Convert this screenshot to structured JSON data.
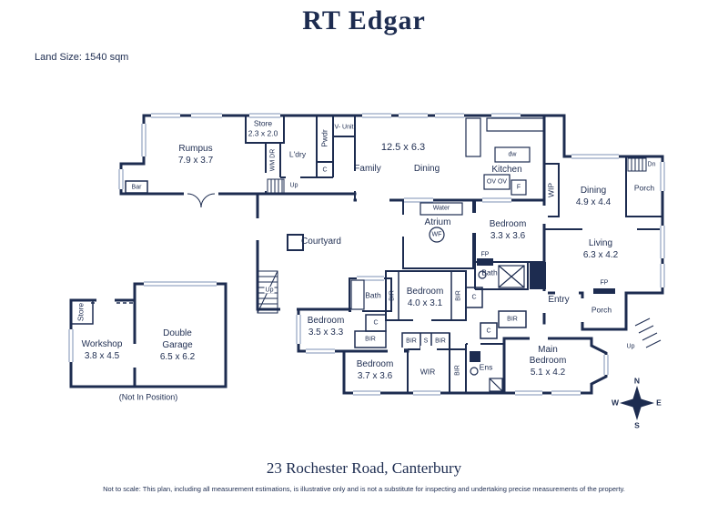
{
  "header": {
    "logo": "RT Edgar",
    "land_size": "Land Size: 1540 sqm"
  },
  "plan": {
    "rooms": {
      "rumpus": {
        "name": "Rumpus",
        "dims": "7.9 x 3.7"
      },
      "store_top": {
        "name": "Store",
        "dims": "2.3 x 2.0"
      },
      "laundry": {
        "name": "L'dry"
      },
      "powder": {
        "name": "Pwdr"
      },
      "vanity_unit": {
        "name": "V- Unit"
      },
      "wm_dr": {
        "name": "WM DR"
      },
      "bar": {
        "name": "Bar"
      },
      "family_dining": {
        "dims": "12.5 x 6.3",
        "name1": "Family",
        "name2": "Dining"
      },
      "kitchen": {
        "name": "Kitchen"
      },
      "dining": {
        "name": "Dining",
        "dims": "4.9 x 4.4"
      },
      "porch_ne": {
        "name": "Porch"
      },
      "wip": {
        "name": "WIP"
      },
      "atrium": {
        "name": "Atrium",
        "water": "Water",
        "wf": "WF"
      },
      "bedroom1": {
        "name": "Bedroom",
        "dims": "3.3 x 3.6"
      },
      "courtyard": {
        "name": "Courtyard"
      },
      "living": {
        "name": "Living",
        "dims": "6.3 x 4.2"
      },
      "bath1": {
        "name": "Bath"
      },
      "bath2": {
        "name": "Bath"
      },
      "bedroom2": {
        "name": "Bedroom",
        "dims": "4.0 x 3.1"
      },
      "entry": {
        "name": "Entry"
      },
      "porch_e": {
        "name": "Porch"
      },
      "bedroom3": {
        "name": "Bedroom",
        "dims": "3.5 x 3.3"
      },
      "bedroom4": {
        "name": "Bedroom",
        "dims": "3.7 x 3.6"
      },
      "wir": {
        "name": "WIR"
      },
      "ens": {
        "name": "Ens"
      },
      "main_bedroom": {
        "name1": "Main",
        "name2": "Bedroom",
        "dims": "5.1 x 4.2"
      },
      "workshop": {
        "name": "Workshop",
        "dims": "3.8 x 4.5"
      },
      "garage": {
        "name1": "Double",
        "name2": "Garage",
        "dims": "6.5 x 6.2"
      },
      "store_left": {
        "name": "Store"
      }
    },
    "markers": {
      "up": "Up",
      "dn": "Dn",
      "fp": "FP",
      "c": "C",
      "bir": "BIR",
      "s": "S",
      "dw": "dw",
      "ov": "OV OV",
      "f": "F",
      "not_in_position": "(Not In Position)"
    },
    "compass": {
      "n": "N",
      "e": "E",
      "s": "S",
      "w": "W"
    }
  },
  "footer": {
    "address": "23 Rochester Road, Canterbury",
    "disclaimer": "Not to scale: This plan, including all measurement estimations, is illustrative only and is not a substitute for inspecting and undertaking precise measurements of the property."
  },
  "colors": {
    "ink": "#1d2c50",
    "window": "#7c90b4",
    "background": "#ffffff"
  }
}
